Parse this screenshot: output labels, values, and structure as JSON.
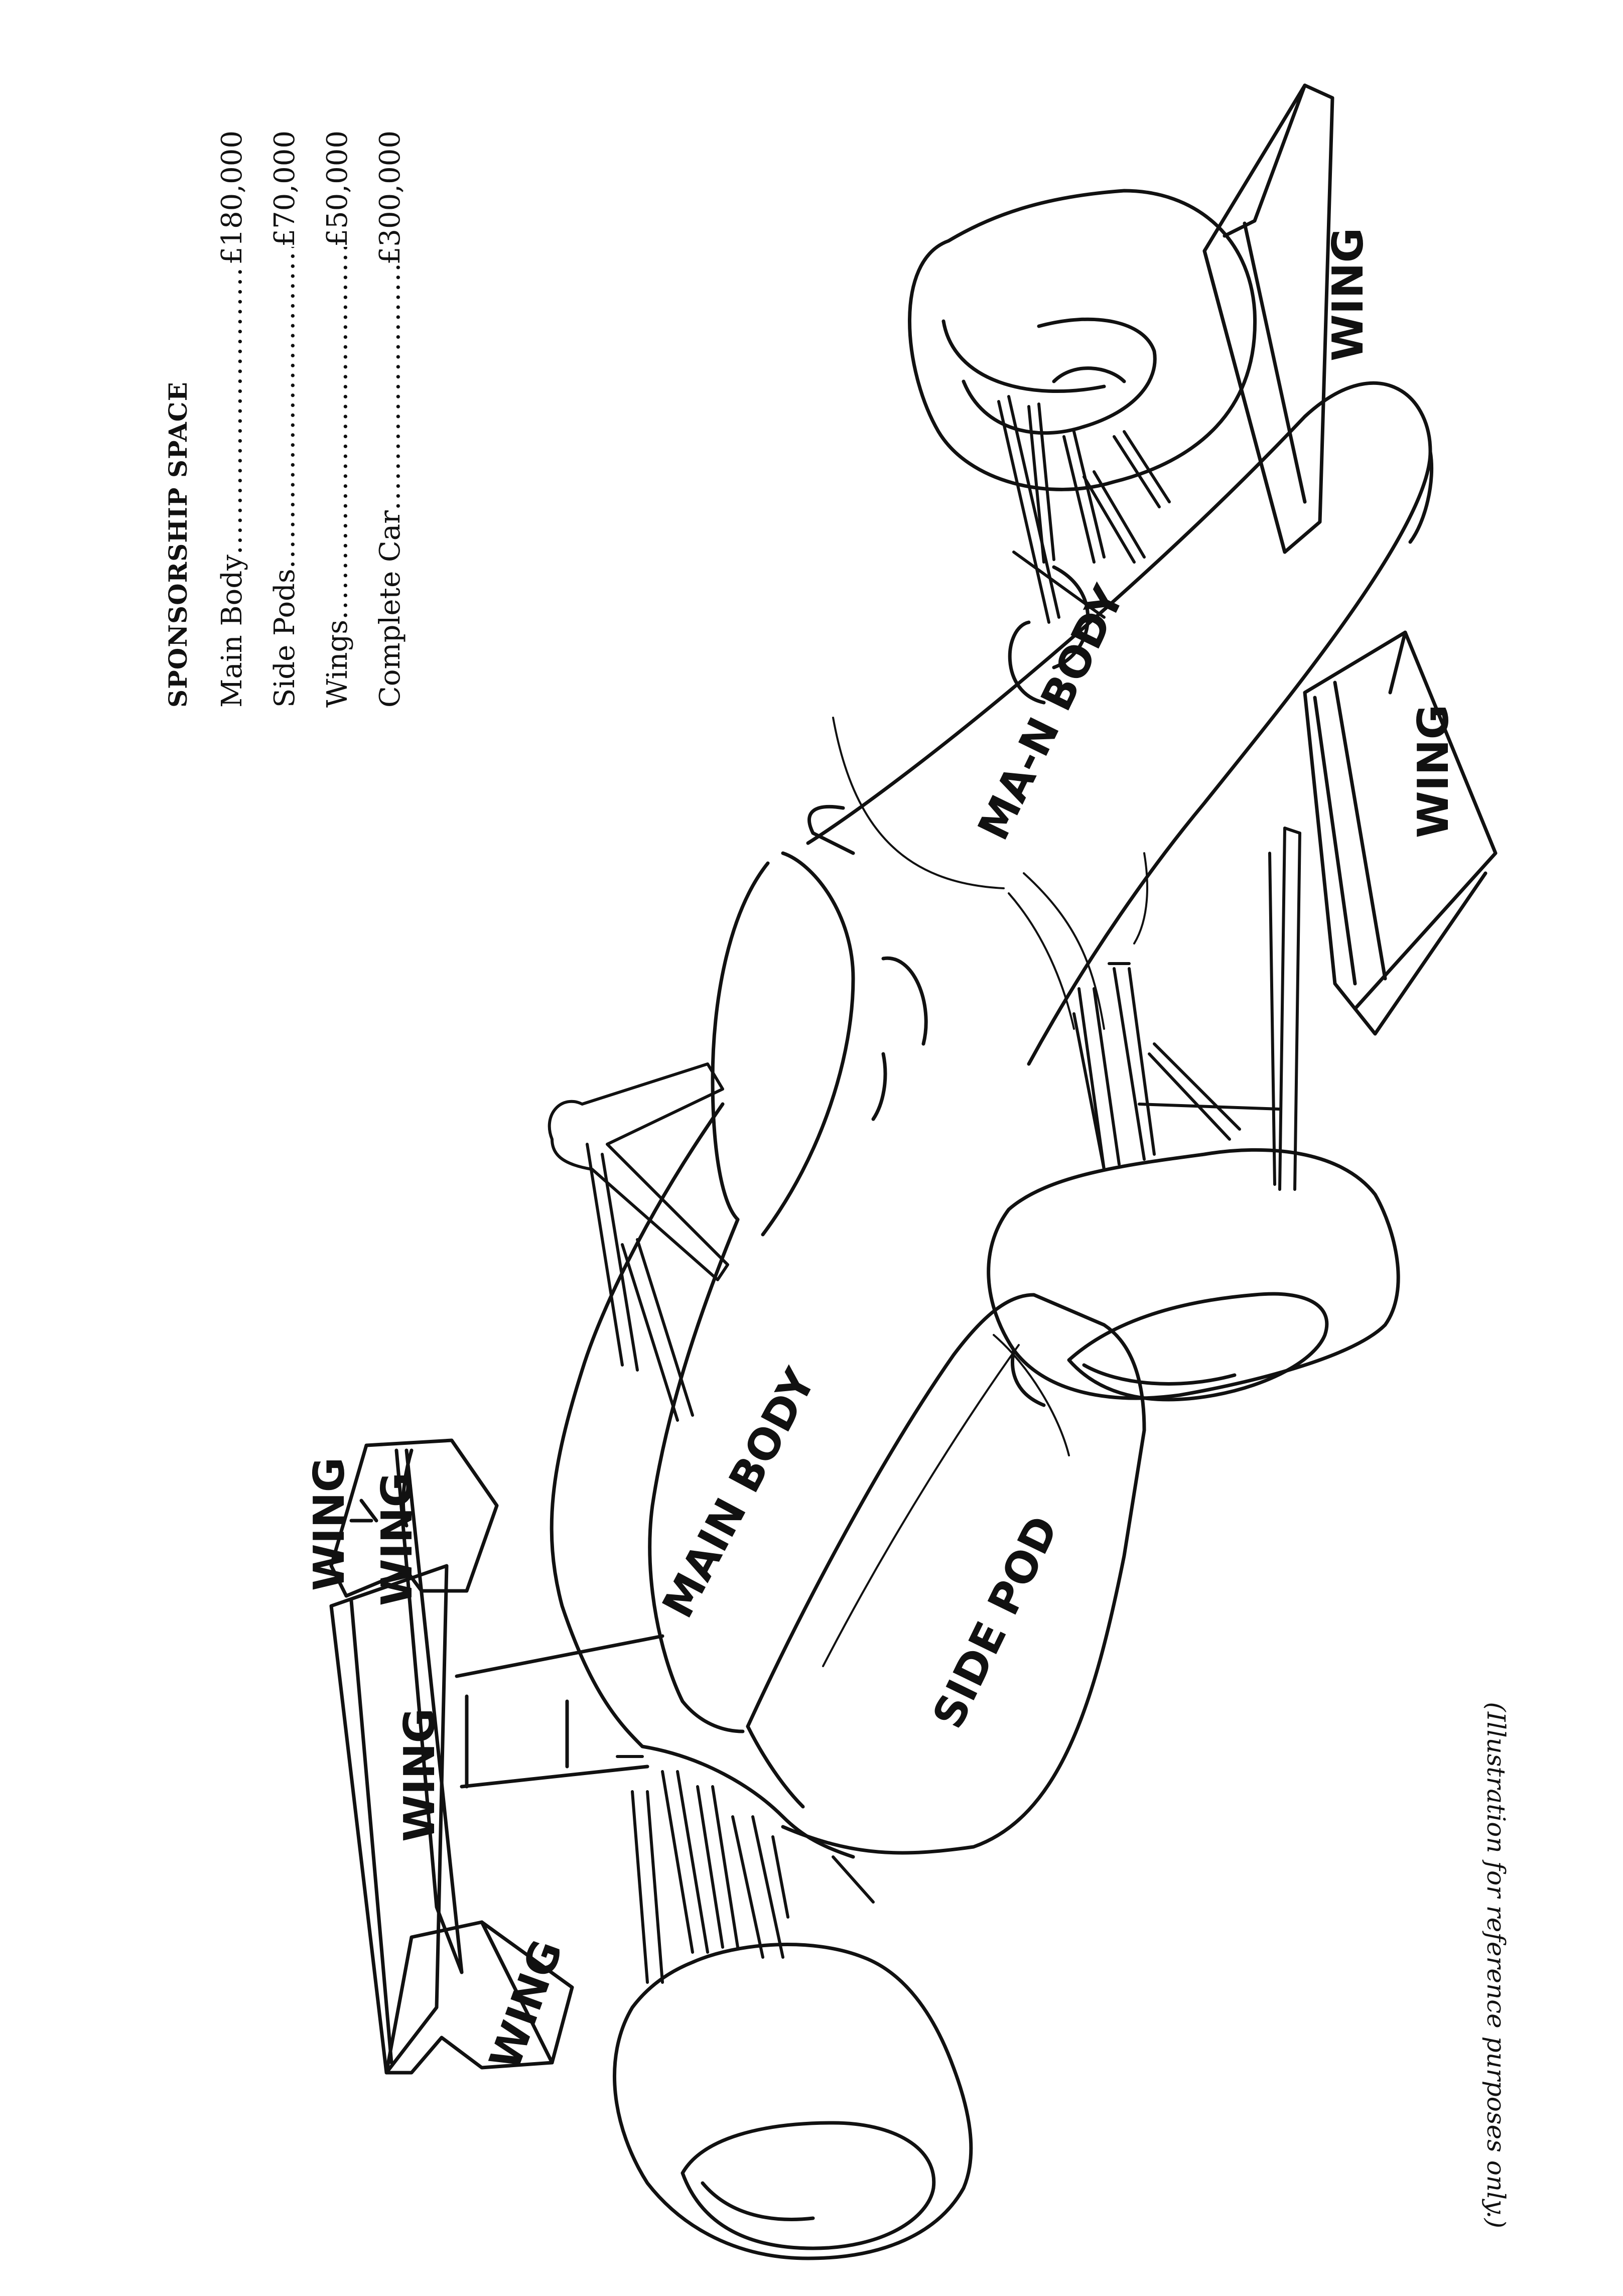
{
  "sponsorship": {
    "heading": "SPONSORSHIP SPACE",
    "items": [
      {
        "label": "Main Body",
        "price": "£180,000"
      },
      {
        "label": "Side Pods",
        "price": "£70,000"
      },
      {
        "label": "Wings",
        "price": "£50,000"
      },
      {
        "label": "Complete Car",
        "price": "£300,000"
      }
    ]
  },
  "illustration": {
    "labels": {
      "main_body_top": "MAIN BODY",
      "main_body_nose": "MA-N BODY",
      "side_pod": "SIDE POD",
      "wing_rear_upper": "WING",
      "wing_rear_lower": "WING",
      "wing_front_1": "WING",
      "wing_front_2": "WING",
      "wing_front_3": "WING",
      "wing_front_4": "WING"
    }
  },
  "footnote": "(Illustration for reference purposes only.)"
}
